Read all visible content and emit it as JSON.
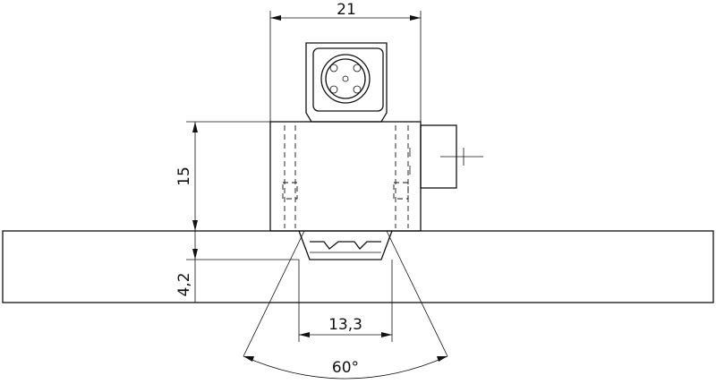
{
  "dimensions": {
    "width_label": "21",
    "height_label": "15",
    "offset_label": "4,2",
    "detection_width_label": "13,3",
    "angle_label": "60°"
  }
}
